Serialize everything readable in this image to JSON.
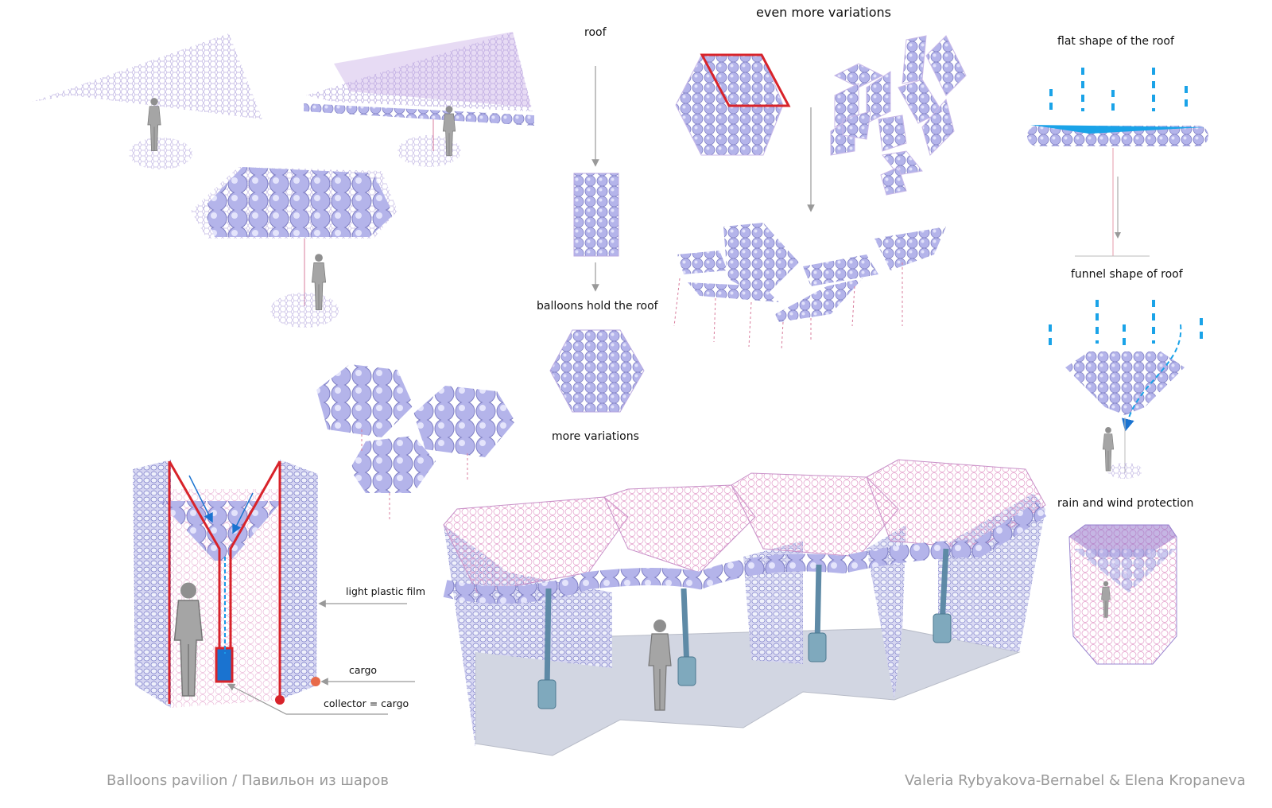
{
  "labels": {
    "roof": "roof",
    "balloons_hold_roof": "balloons hold the roof",
    "more_variations": "more variations",
    "even_more_variations": "even more variations",
    "flat_shape": "flat shape of the roof",
    "funnel_shape": "funnel shape of roof",
    "rain_wind": "rain and wind protection",
    "light_plastic_film": "light  plastic film",
    "cargo": "cargo",
    "collector": "collector = cargo"
  },
  "footer": {
    "title": "Balloons pavilion / Павильон из шаров",
    "authors": "Valeria Rybyakova-Bernabel & Elena Kropaneva"
  },
  "colors": {
    "balloon": "#b4b4ea",
    "balloon_stroke": "#7f7fc4",
    "mesh": "#c9a8e0",
    "red": "#d8232a",
    "water": "#1aa3e8",
    "arrow": "#999999",
    "floor": "#d2d6e2"
  }
}
